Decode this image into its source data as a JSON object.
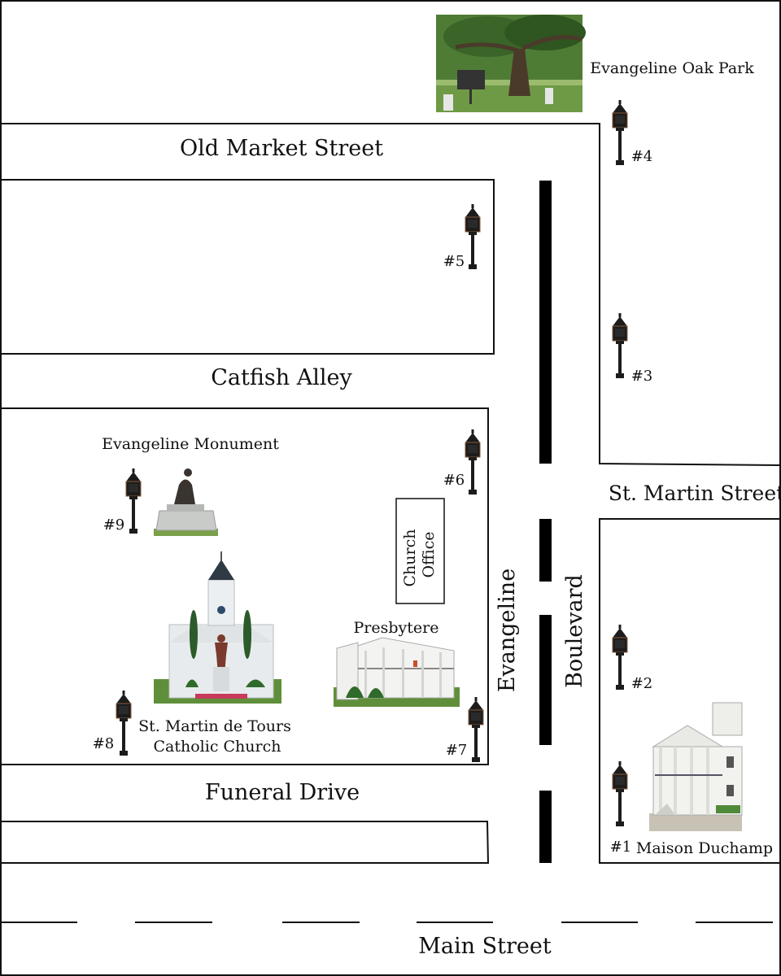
{
  "streets": {
    "old_market": "Old Market Street",
    "catfish": "Catfish Alley",
    "st_martin": "St. Martin Street",
    "funeral": "Funeral Drive",
    "main": "Main Street",
    "evangeline": "Evangeline",
    "boulevard": "Boulevard"
  },
  "places": {
    "oak_park": "Evangeline Oak Park",
    "monument": "Evangeline Monument",
    "church_office_line1": "Church",
    "church_office_line2": "Office",
    "presbytere": "Presbytere",
    "church_line1": "St. Martin de Tours",
    "church_line2": "Catholic Church",
    "maison": "Maison Duchamp"
  },
  "lamps": {
    "l1": "#1",
    "l2": "#2",
    "l3": "#3",
    "l4": "#4",
    "l5": "#5",
    "l6": "#6",
    "l7": "#7",
    "l8": "#8",
    "l9": "#9"
  },
  "icons": {
    "lamp": "street-lamp-icon",
    "oak": "oak-tree-photo",
    "statue": "statue-photo",
    "church": "church-photo",
    "presbytere": "presbytere-photo",
    "maison": "maison-photo"
  },
  "colors": {
    "line": "#111111",
    "lamp": "#1c1c1c",
    "tree_green": "#3f6e2a",
    "grass": "#5f8f3a",
    "building": "#e8ebee"
  }
}
